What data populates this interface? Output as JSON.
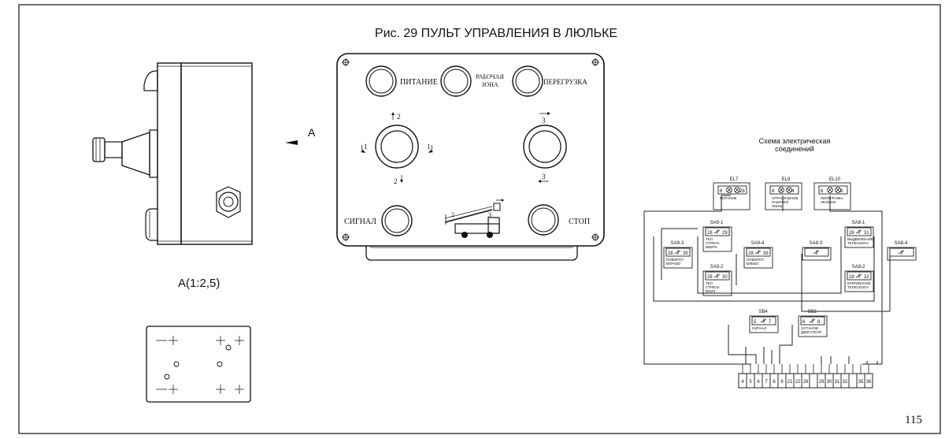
{
  "figure": {
    "title": "Рис. 29 ПУЛЬТ УПРАВЛЕНИЯ В ЛЮЛЬКЕ",
    "page_number": "115"
  },
  "side_view": {
    "view_arrow_label": "А",
    "section_label": "А(1:2,5)"
  },
  "front_panel": {
    "lamp_power": "ПИТАНИЕ",
    "lamp_work_zone_line1": "РАБОЧАЯ",
    "lamp_work_zone_line2": "ЗОНА",
    "lamp_overload": "ПЕРЕГРУЗКА",
    "button_signal": "СИГНАЛ",
    "button_stop": "СТОП",
    "joystick_left": {
      "up": "2",
      "down": "2",
      "left": "1",
      "right": "1"
    },
    "joystick_right": {
      "up": "3",
      "down": "3"
    },
    "crane_marks": {
      "m1": "2",
      "m2": "3"
    }
  },
  "schematic": {
    "title_line1": "Схема электрическая",
    "title_line2": "соединений",
    "lamps": [
      {
        "id": "EL7",
        "pins": [
          "6",
          "28"
        ],
        "caption": [
          "ПИТАНИЕ"
        ]
      },
      {
        "id": "EL8",
        "pins": [
          "6",
          "4"
        ],
        "caption": [
          "ОГРАНИЧЕНИЕ",
          "РАБОЧЕЙ",
          "ЗОНЫ"
        ]
      },
      {
        "id": "EL10",
        "pins": [
          "6",
          "8"
        ],
        "caption": [
          "ПЕРЕГРУЗКА",
          "ЛЮЛЬКИ"
        ]
      }
    ],
    "switches": [
      {
        "id": "SA9-3",
        "pins": [
          "28",
          "35"
        ],
        "caption": [
          "ПОВОРОТ",
          "ВПРАВО"
        ]
      },
      {
        "id": "SA9-1",
        "pins": [
          "28",
          "29"
        ],
        "caption": [
          "ТЕЛ.",
          "СТРЕЛА",
          "ВВЕРХ"
        ]
      },
      {
        "id": "SA9-2",
        "pins": [
          "28",
          "30"
        ],
        "caption": [
          "ТЕЛ.",
          "СТРЕЛА",
          "ВНИЗ"
        ]
      },
      {
        "id": "SA9-4",
        "pins": [
          "28",
          "36"
        ],
        "caption": [
          "ПОВОРОТ",
          "ВЛЕВО"
        ]
      },
      {
        "id": "SA8-3",
        "pins": [],
        "caption": []
      },
      {
        "id": "SA8-1",
        "pins": [
          "28",
          "31"
        ],
        "caption": [
          "ВЫДВИЖЕНИЕ",
          "ТЕЛЕСКОПА"
        ]
      },
      {
        "id": "SA8-2",
        "pins": [
          "28",
          "32"
        ],
        "caption": [
          "ВТЯГИВАНИЕ",
          "ТЕЛЕСКОПА"
        ]
      },
      {
        "id": "SA8-4",
        "pins": [],
        "caption": []
      },
      {
        "id": "SB4",
        "pins": [
          "5",
          "7"
        ],
        "caption": [
          "СИГНАЛ"
        ]
      },
      {
        "id": "SB2",
        "pins": [
          "6",
          "8"
        ],
        "caption": [
          "ОСТАНОВ",
          "ДВИГАТЕЛЯ"
        ]
      }
    ],
    "terminals": [
      "4",
      "5",
      "6",
      "7",
      "8",
      "9",
      "21",
      "22",
      "28",
      "",
      "29",
      "30",
      "31",
      "32",
      "",
      "35",
      "36"
    ]
  }
}
